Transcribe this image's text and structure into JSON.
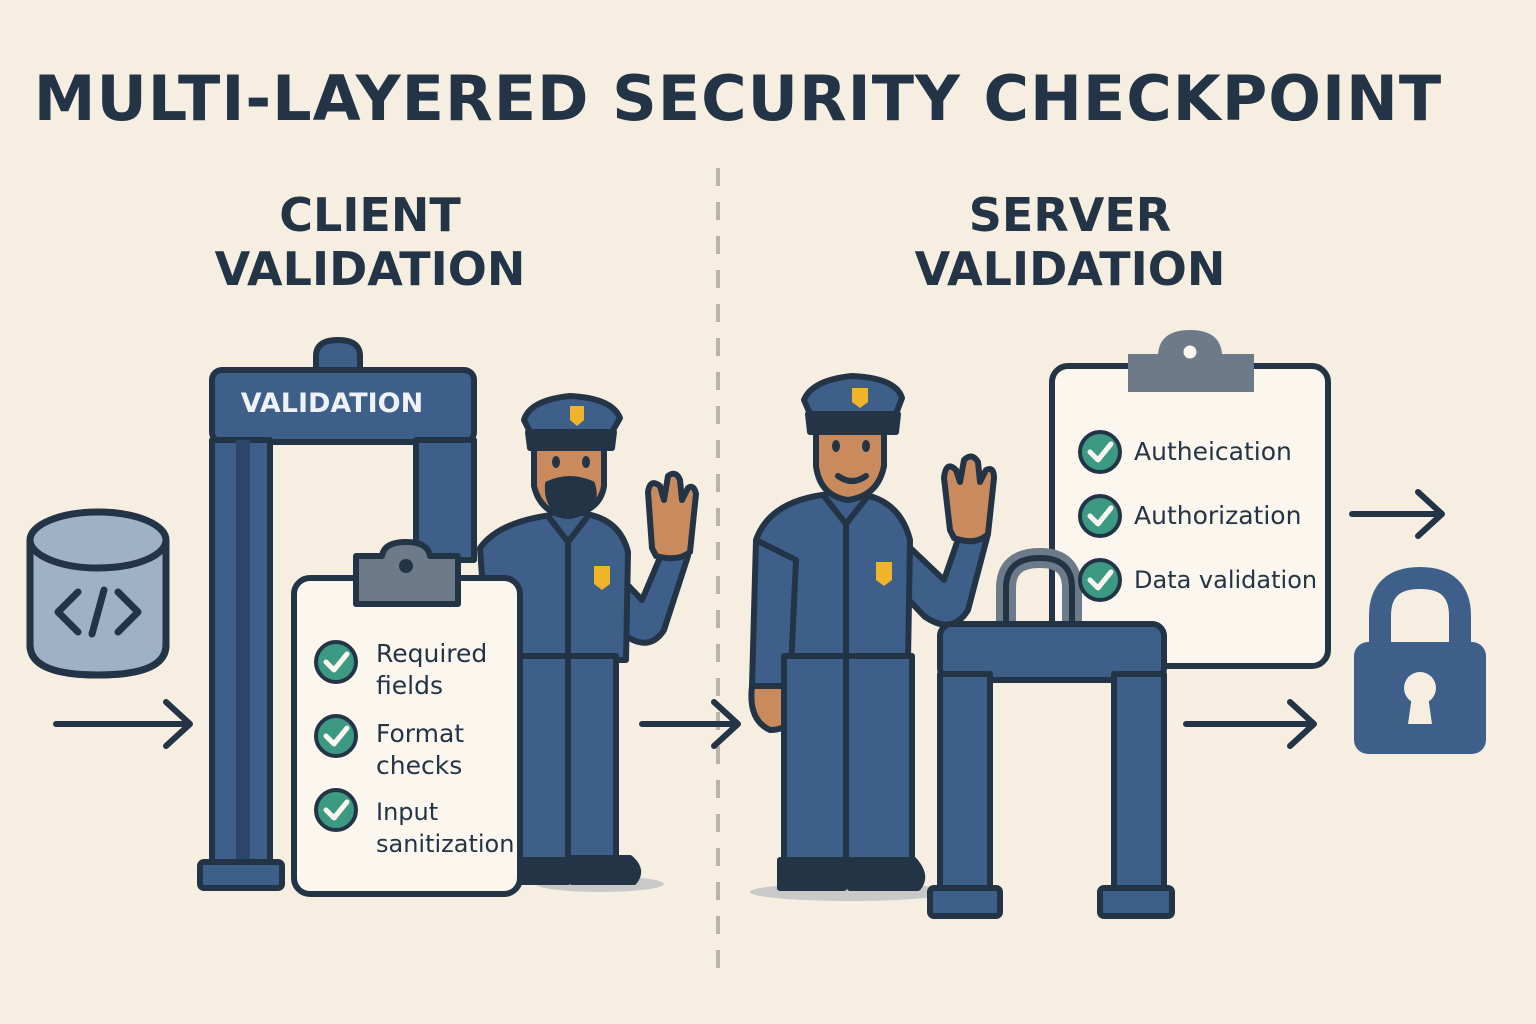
{
  "title": "MULTI-LAYERED SECURITY CHECKPOINT",
  "client": {
    "heading_line1": "CLIENT",
    "heading_line2": "VALIDATION",
    "gate_label": "VALIDATION",
    "checks": [
      {
        "line1": "Required",
        "line2": "fields"
      },
      {
        "line1": "Format",
        "line2": "checks"
      },
      {
        "line1": "Input",
        "line2": "sanitization"
      }
    ]
  },
  "server": {
    "heading_line1": "SERVER",
    "heading_line2": "VALIDATION",
    "checks": [
      "Autheication",
      "Authorization",
      "Data validation"
    ]
  },
  "colors": {
    "background": "#f6efe1",
    "navy": "#243447",
    "steel_blue": "#3e5f8a",
    "check_green": "#3c9a82",
    "skin": "#c98b5d",
    "badge_gold": "#f0b429"
  },
  "icons": [
    "code-database-icon",
    "metal-detector-gate-icon",
    "clipboard-icon",
    "check-circle-icon",
    "security-guard-icon",
    "padlock-icon",
    "arrow-right-icon"
  ]
}
